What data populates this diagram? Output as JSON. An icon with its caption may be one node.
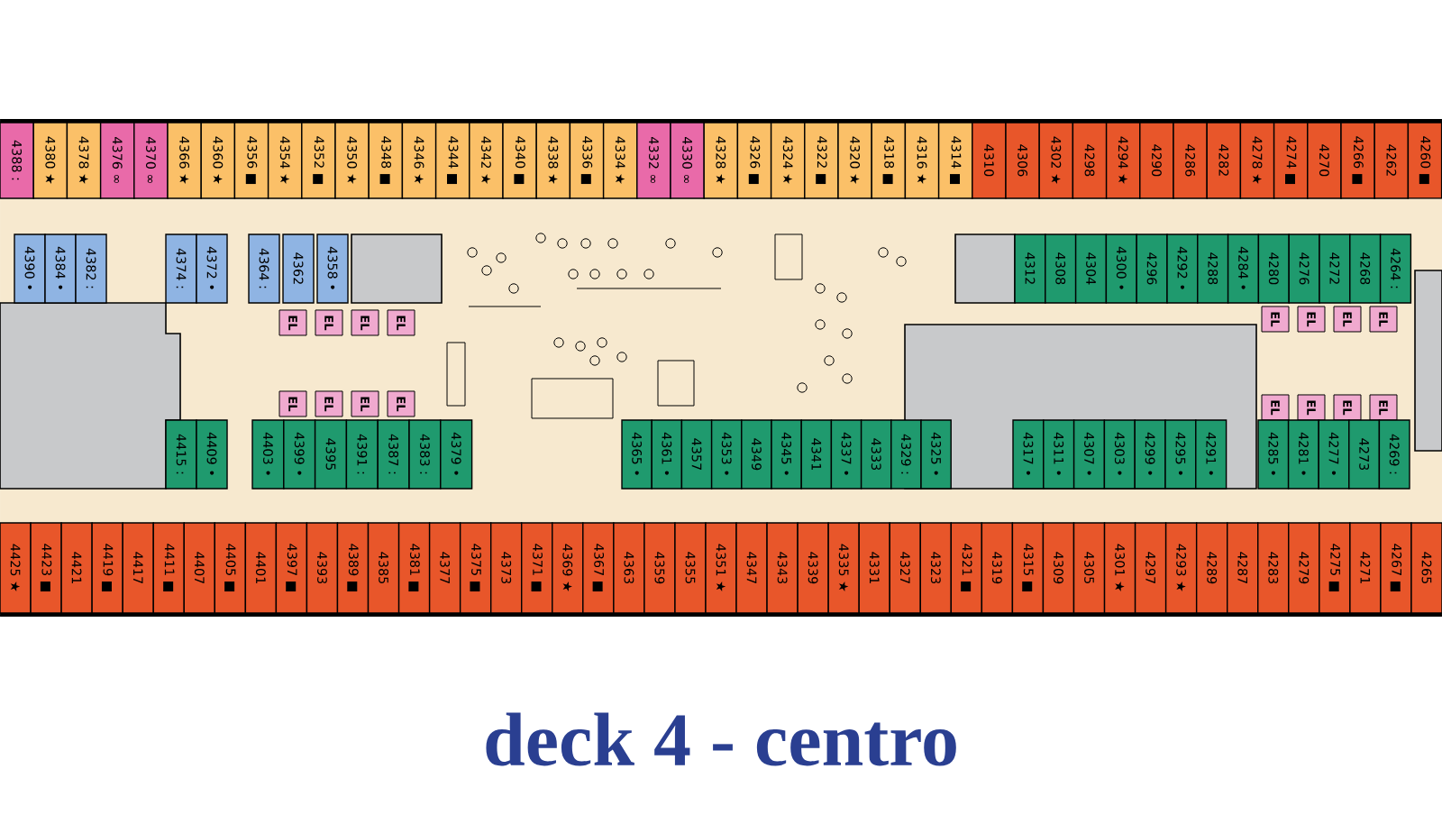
{
  "diagram": {
    "title": "deck  4  -  centro",
    "nodes": [
      {
        "text": [
          "4388 :"
        ]
      },
      {
        "text": [
          "4380 ★"
        ]
      },
      {
        "text": [
          "4378 ★"
        ]
      },
      {
        "text": [
          "4376 ∞"
        ]
      },
      {
        "text": [
          "4370 ∞"
        ]
      },
      {
        "text": [
          "4366 ★"
        ]
      },
      {
        "text": [
          "4360 ★"
        ]
      },
      {
        "text": [
          "4356 ■"
        ]
      },
      {
        "text": [
          "4354 ★"
        ]
      },
      {
        "text": [
          "4352 ■"
        ]
      },
      {
        "text": [
          "4350 ★"
        ]
      },
      {
        "text": [
          "4348 ■"
        ]
      },
      {
        "text": [
          "4346 ★"
        ]
      },
      {
        "text": [
          "4344 ■"
        ]
      },
      {
        "text": [
          "4342 ★"
        ]
      },
      {
        "text": [
          "4340 ■"
        ]
      },
      {
        "text": [
          "4338 ★"
        ]
      },
      {
        "text": [
          "4336 ■"
        ]
      },
      {
        "text": [
          "4334 ★"
        ]
      },
      {
        "text": [
          "4332 ∞"
        ]
      },
      {
        "text": [
          "4330 ∞"
        ]
      },
      {
        "text": [
          "4328 ★"
        ]
      },
      {
        "text": [
          "4326 ■"
        ]
      },
      {
        "text": [
          "4324 ★"
        ]
      },
      {
        "text": [
          "4322 ■"
        ]
      },
      {
        "text": [
          "4320 ★"
        ]
      },
      {
        "text": [
          "4318 ■"
        ]
      },
      {
        "text": [
          "4316 ★"
        ]
      },
      {
        "text": [
          "4314 ■"
        ]
      },
      {
        "text": [
          "4310"
        ]
      },
      {
        "text": [
          "4306"
        ]
      },
      {
        "text": [
          "4302 ★"
        ]
      },
      {
        "text": [
          "4298"
        ]
      },
      {
        "text": [
          "4294 ★"
        ]
      },
      {
        "text": [
          "4290"
        ]
      },
      {
        "text": [
          "4286"
        ]
      },
      {
        "text": [
          "4282"
        ]
      },
      {
        "text": [
          "4278 ★"
        ]
      },
      {
        "text": [
          "4274 ■"
        ]
      },
      {
        "text": [
          "4270"
        ]
      },
      {
        "text": [
          "4266 ■"
        ]
      },
      {
        "text": [
          "4262"
        ]
      },
      {
        "text": [
          "4260 ■"
        ]
      },
      {
        "text": [
          "4390 •"
        ]
      },
      {
        "text": [
          "4384 •"
        ]
      },
      {
        "text": [
          "4382 :"
        ]
      },
      {
        "text": [
          "4374 :"
        ]
      },
      {
        "text": [
          "4372 •"
        ]
      },
      {
        "text": [
          "4364 :"
        ]
      },
      {
        "text": [
          "4362"
        ]
      },
      {
        "text": [
          "4358 •"
        ]
      },
      {
        "text": [
          "EL"
        ]
      },
      {
        "text": [
          "EL"
        ]
      },
      {
        "text": [
          "EL"
        ]
      },
      {
        "text": [
          "EL"
        ]
      },
      {
        "text": [
          "4312"
        ]
      },
      {
        "text": [
          "4308"
        ]
      },
      {
        "text": [
          "4304"
        ]
      },
      {
        "text": [
          "4300 •"
        ]
      },
      {
        "text": [
          "4296"
        ]
      },
      {
        "text": [
          "4292 •"
        ]
      },
      {
        "text": [
          "4288"
        ]
      },
      {
        "text": [
          "4284 •"
        ]
      },
      {
        "text": [
          "4280"
        ]
      },
      {
        "text": [
          "4276"
        ]
      },
      {
        "text": [
          "4272"
        ]
      },
      {
        "text": [
          "4268"
        ]
      },
      {
        "text": [
          "4264 :"
        ]
      },
      {
        "text": [
          "EL"
        ]
      },
      {
        "text": [
          "EL"
        ]
      },
      {
        "text": [
          "EL"
        ]
      },
      {
        "text": [
          "EL"
        ]
      },
      {
        "text": [
          "EL"
        ]
      },
      {
        "text": [
          "EL"
        ]
      },
      {
        "text": [
          "EL"
        ]
      },
      {
        "text": [
          "EL"
        ]
      },
      {
        "text": [
          "EL"
        ]
      },
      {
        "text": [
          "EL"
        ]
      },
      {
        "text": [
          "EL"
        ]
      },
      {
        "text": [
          "EL"
        ]
      },
      {
        "text": [
          "4415 :"
        ]
      },
      {
        "text": [
          "4409 •"
        ]
      },
      {
        "text": [
          "4403 •"
        ]
      },
      {
        "text": [
          "4399 •"
        ]
      },
      {
        "text": [
          "4395"
        ]
      },
      {
        "text": [
          "4391 :"
        ]
      },
      {
        "text": [
          "4387 :"
        ]
      },
      {
        "text": [
          "4383 :"
        ]
      },
      {
        "text": [
          "4379 •"
        ]
      },
      {
        "text": [
          "4365 •"
        ]
      },
      {
        "text": [
          "4361 •"
        ]
      },
      {
        "text": [
          "4357"
        ]
      },
      {
        "text": [
          "4353 •"
        ]
      },
      {
        "text": [
          "4349"
        ]
      },
      {
        "text": [
          "4345 •"
        ]
      },
      {
        "text": [
          "4341"
        ]
      },
      {
        "text": [
          "4337 •"
        ]
      },
      {
        "text": [
          "4333"
        ]
      },
      {
        "text": [
          "4329 :"
        ]
      },
      {
        "text": [
          "4325 •"
        ]
      },
      {
        "text": [
          "4317 •"
        ]
      },
      {
        "text": [
          "4311 •"
        ]
      },
      {
        "text": [
          "4307 •"
        ]
      },
      {
        "text": [
          "4303 •"
        ]
      },
      {
        "text": [
          "4299 •"
        ]
      },
      {
        "text": [
          "4295 •"
        ]
      },
      {
        "text": [
          "4291 •"
        ]
      },
      {
        "text": [
          "4285 •"
        ]
      },
      {
        "text": [
          "4281 •"
        ]
      },
      {
        "text": [
          "4277 •"
        ]
      },
      {
        "text": [
          "4273"
        ]
      },
      {
        "text": [
          "4269 :"
        ]
      },
      {
        "text": [
          "4425 ★"
        ]
      },
      {
        "text": [
          "4423 ■"
        ]
      },
      {
        "text": [
          "4421"
        ]
      },
      {
        "text": [
          "4419 ■"
        ]
      },
      {
        "text": [
          "4417"
        ]
      },
      {
        "text": [
          "4411 ■"
        ]
      },
      {
        "text": [
          "4407"
        ]
      },
      {
        "text": [
          "4405 ■"
        ]
      },
      {
        "text": [
          "4401"
        ]
      },
      {
        "text": [
          "4397 ■"
        ]
      },
      {
        "text": [
          "4393"
        ]
      },
      {
        "text": [
          "4389 ■"
        ]
      },
      {
        "text": [
          "4385"
        ]
      },
      {
        "text": [
          "4381 ■"
        ]
      },
      {
        "text": [
          "4377"
        ]
      },
      {
        "text": [
          "4375 ■"
        ]
      },
      {
        "text": [
          "4373"
        ]
      },
      {
        "text": [
          "4371 ■"
        ]
      },
      {
        "text": [
          "4369 ★"
        ]
      },
      {
        "text": [
          "4367 ■"
        ]
      },
      {
        "text": [
          "4363"
        ]
      },
      {
        "text": [
          "4359"
        ]
      },
      {
        "text": [
          "4355"
        ]
      },
      {
        "text": [
          "4351 ★"
        ]
      },
      {
        "text": [
          "4347"
        ]
      },
      {
        "text": [
          "4343"
        ]
      },
      {
        "text": [
          "4339"
        ]
      },
      {
        "text": [
          "4335 ★"
        ]
      },
      {
        "text": [
          "4331"
        ]
      },
      {
        "text": [
          "4327"
        ]
      },
      {
        "text": [
          "4323"
        ]
      },
      {
        "text": [
          "4321 ■"
        ]
      },
      {
        "text": [
          "4319"
        ]
      },
      {
        "text": [
          "4315 ■"
        ]
      },
      {
        "text": [
          "4309"
        ]
      },
      {
        "text": [
          "4305"
        ]
      },
      {
        "text": [
          "4301 ★"
        ]
      },
      {
        "text": [
          "4297"
        ]
      },
      {
        "text": [
          "4293 ★"
        ]
      },
      {
        "text": [
          "4289"
        ]
      },
      {
        "text": [
          "4287"
        ]
      },
      {
        "text": [
          "4283"
        ]
      },
      {
        "text": [
          "4279"
        ]
      },
      {
        "text": [
          "4275 ■"
        ]
      },
      {
        "text": [
          "4271"
        ]
      },
      {
        "text": [
          "4267 ■"
        ]
      },
      {
        "text": [
          "4265"
        ]
      }
    ]
  }
}
